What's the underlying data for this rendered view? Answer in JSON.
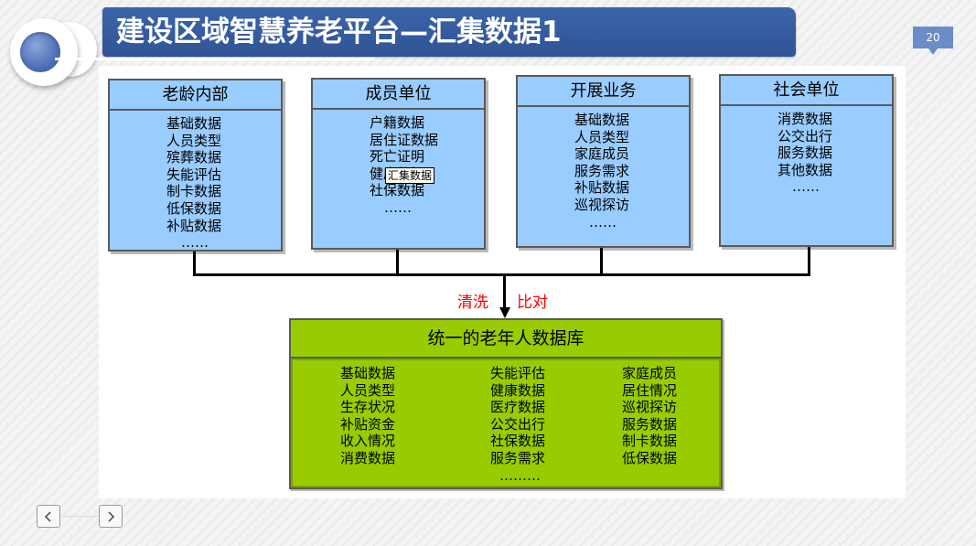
{
  "slide": {
    "title": "建设区域智慧养老平台—汇集数据1",
    "page_number": "20"
  },
  "nav": {
    "prev_icon": "chevron-left-icon",
    "next_icon": "chevron-right-icon"
  },
  "diagram": {
    "sources": [
      {
        "title": "老龄内部",
        "items": [
          "基础数据",
          "人员类型",
          "殡葬数据",
          "失能评估",
          "制卡数据",
          "低保数据",
          "补贴数据",
          "……"
        ]
      },
      {
        "title": "成员单位",
        "items": [
          "户籍数据",
          "居住证数据",
          "死亡证明",
          "健康数据",
          "社保数据",
          "……"
        ]
      },
      {
        "title": "开展业务",
        "items": [
          "基础数据",
          "人员类型",
          "家庭成员",
          "服务需求",
          "补贴数据",
          "巡视探访",
          "……"
        ]
      },
      {
        "title": "社会单位",
        "items": [
          "消费数据",
          "公交出行",
          "服务数据",
          "其他数据",
          "……"
        ]
      }
    ],
    "tooltip": "汇集数据",
    "process_labels": {
      "left": "清洗",
      "right": "比对"
    },
    "target": {
      "title": "统一的老年人数据库",
      "columns": [
        [
          "基础数据",
          "人员类型",
          "生存状况",
          "补贴资金",
          "收入情况",
          "消费数据"
        ],
        [
          "失能评估",
          "健康数据",
          "医疗数据",
          "公交出行",
          "社保数据",
          "服务需求",
          "………"
        ],
        [
          "家庭成员",
          "居住情况",
          "巡视探访",
          "服务数据",
          "制卡数据",
          "低保数据"
        ]
      ]
    }
  },
  "colors": {
    "title_bar": "#2f5496",
    "source_fill": "#99ccff",
    "target_fill": "#99cc00",
    "process_label": "#ff0000",
    "page_badge": "#6a8dc8"
  }
}
